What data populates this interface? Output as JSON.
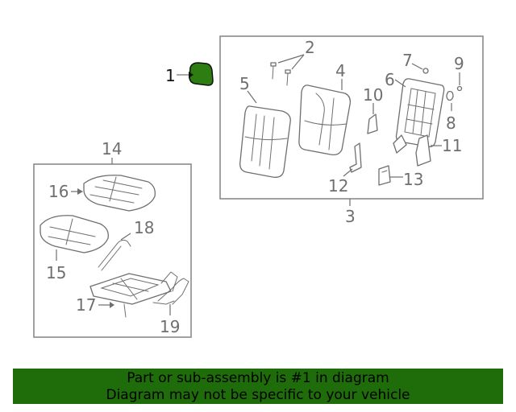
{
  "diagram": {
    "callouts": {
      "c1": "1",
      "c2": "2",
      "c3": "3",
      "c4": "4",
      "c5": "5",
      "c6": "6",
      "c7": "7",
      "c8": "8",
      "c9": "9",
      "c10": "10",
      "c11": "11",
      "c12": "12",
      "c13": "13",
      "c14": "14",
      "c15": "15",
      "c16": "16",
      "c17": "17",
      "c18": "18",
      "c19": "19"
    },
    "highlight_color": "#2e7d12"
  },
  "banner": {
    "line1": "Part or sub-assembly is #1 in diagram",
    "line2": "Diagram may not be specific to your vehicle",
    "background": "#1f6d0a"
  }
}
